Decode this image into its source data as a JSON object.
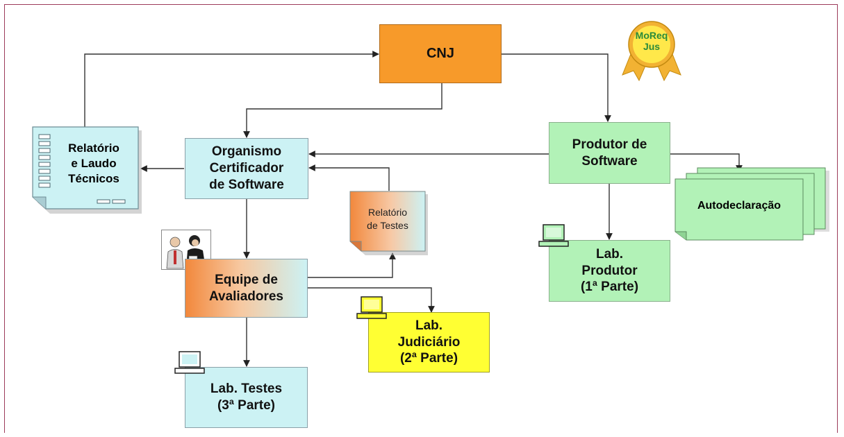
{
  "diagram": {
    "nodes": {
      "cnj": "CNJ",
      "organismo": "Organismo\nCertificador\nde Software",
      "produtor": "Produtor de\nSoftware",
      "relatorio_laudo": "Relatório\ne Laudo\nTécnicos",
      "relatorio_testes": "Relatório\nde Testes",
      "equipe": "Equipe de\nAvaliadores",
      "lab_judiciario": "Lab.\nJudiciário\n(2ª Parte)",
      "lab_testes": "Lab. Testes\n(3ª Parte)",
      "lab_produtor": "Lab.\nProdutor\n(1ª Parte)",
      "autodeclaracao": "Autodeclaração"
    },
    "badge": {
      "line1": "MoReq",
      "line2": "Jus"
    },
    "colors": {
      "cnj": "#f79a2a",
      "light_blue": "#ccf2f4",
      "light_green": "#b2f2b7",
      "yellow": "#ffff33",
      "gradient_orange": "#f2883c",
      "badge_gold": "#f2b233",
      "badge_center": "#ffe84a",
      "frame_border": "#9c3a5a"
    }
  }
}
